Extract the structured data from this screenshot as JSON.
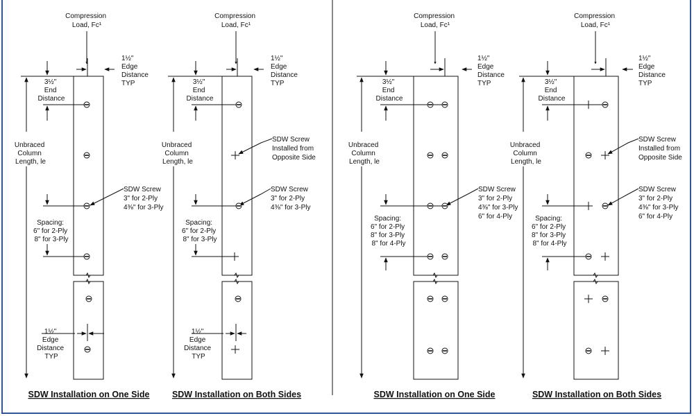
{
  "panels": [
    {
      "id": "p1",
      "compression_load": [
        "Compression",
        "Load, Fc¹"
      ],
      "edge_distance_top": [
        "1½\"",
        "Edge",
        "Distance",
        "TYP"
      ],
      "end_distance": [
        "3½\"",
        "End",
        "Distance"
      ],
      "unbraced_length": [
        "Unbraced",
        "Column",
        "Length, le"
      ],
      "screw_callout": [
        "SDW Screw",
        "3\" for 2-Ply",
        "4⅜\" for 3-Ply"
      ],
      "spacing": [
        "Spacing:",
        "6\" for 2-Ply",
        "8\" for 3-Ply"
      ],
      "edge_distance_bottom": [
        "1½\"",
        "Edge",
        "Distance",
        "TYP"
      ],
      "caption": "SDW Installation on One Side"
    },
    {
      "id": "p2",
      "compression_load": [
        "Compression",
        "Load, Fc¹"
      ],
      "edge_distance_top": [
        "1½\"",
        "Edge",
        "Distance",
        "TYP"
      ],
      "end_distance": [
        "3½\"",
        "End",
        "Distance"
      ],
      "unbraced_length": [
        "Unbraced",
        "Column",
        "Length, le"
      ],
      "opposite_callout": [
        "SDW Screw",
        "Installed from",
        "Opposite Side"
      ],
      "screw_callout": [
        "SDW Screw",
        "3\" for 2-Ply",
        "4⅜\" for 3-Ply"
      ],
      "spacing": [
        "Spacing:",
        "6\" for 2-Ply",
        "8\" for 3-Ply"
      ],
      "edge_distance_bottom": [
        "1½\"",
        "Edge",
        "Distance",
        "TYP"
      ],
      "caption": "SDW Installation on Both Sides"
    },
    {
      "id": "p3",
      "compression_load": [
        "Compression",
        "Load, Fc¹"
      ],
      "edge_distance_top": [
        "1½\"",
        "Edge",
        "Distance",
        "TYP"
      ],
      "end_distance": [
        "3½\"",
        "End",
        "Distance"
      ],
      "unbraced_length": [
        "Unbraced",
        "Column",
        "Length, le"
      ],
      "screw_callout": [
        "SDW Screw",
        "3\" for 2-Ply",
        "4⅜\" for 3-Ply",
        "6\" for 4-Ply"
      ],
      "spacing": [
        "Spacing:",
        "6\" for 2-Ply",
        "8\" for 3-Ply",
        "8\" for 4-Ply"
      ],
      "caption": "SDW Installation on One Side"
    },
    {
      "id": "p4",
      "compression_load": [
        "Compression",
        "Load, Fc¹"
      ],
      "edge_distance_top": [
        "1½\"",
        "Edge",
        "Distance",
        "TYP"
      ],
      "end_distance": [
        "3½\"",
        "End",
        "Distance"
      ],
      "unbraced_length": [
        "Unbraced",
        "Column",
        "Length, le"
      ],
      "opposite_callout": [
        "SDW Screw",
        "Installed from",
        "Opposite Side"
      ],
      "screw_callout": [
        "SDW Screw",
        "3\" for 2-Ply",
        "4⅜\" for 3-Ply",
        "6\" for 4-Ply"
      ],
      "spacing": [
        "Spacing:",
        "6\" for 2-Ply",
        "8\" for 3-Ply",
        "8\" for 4-Ply"
      ],
      "caption": "SDW Installation on Both Sides"
    }
  ]
}
